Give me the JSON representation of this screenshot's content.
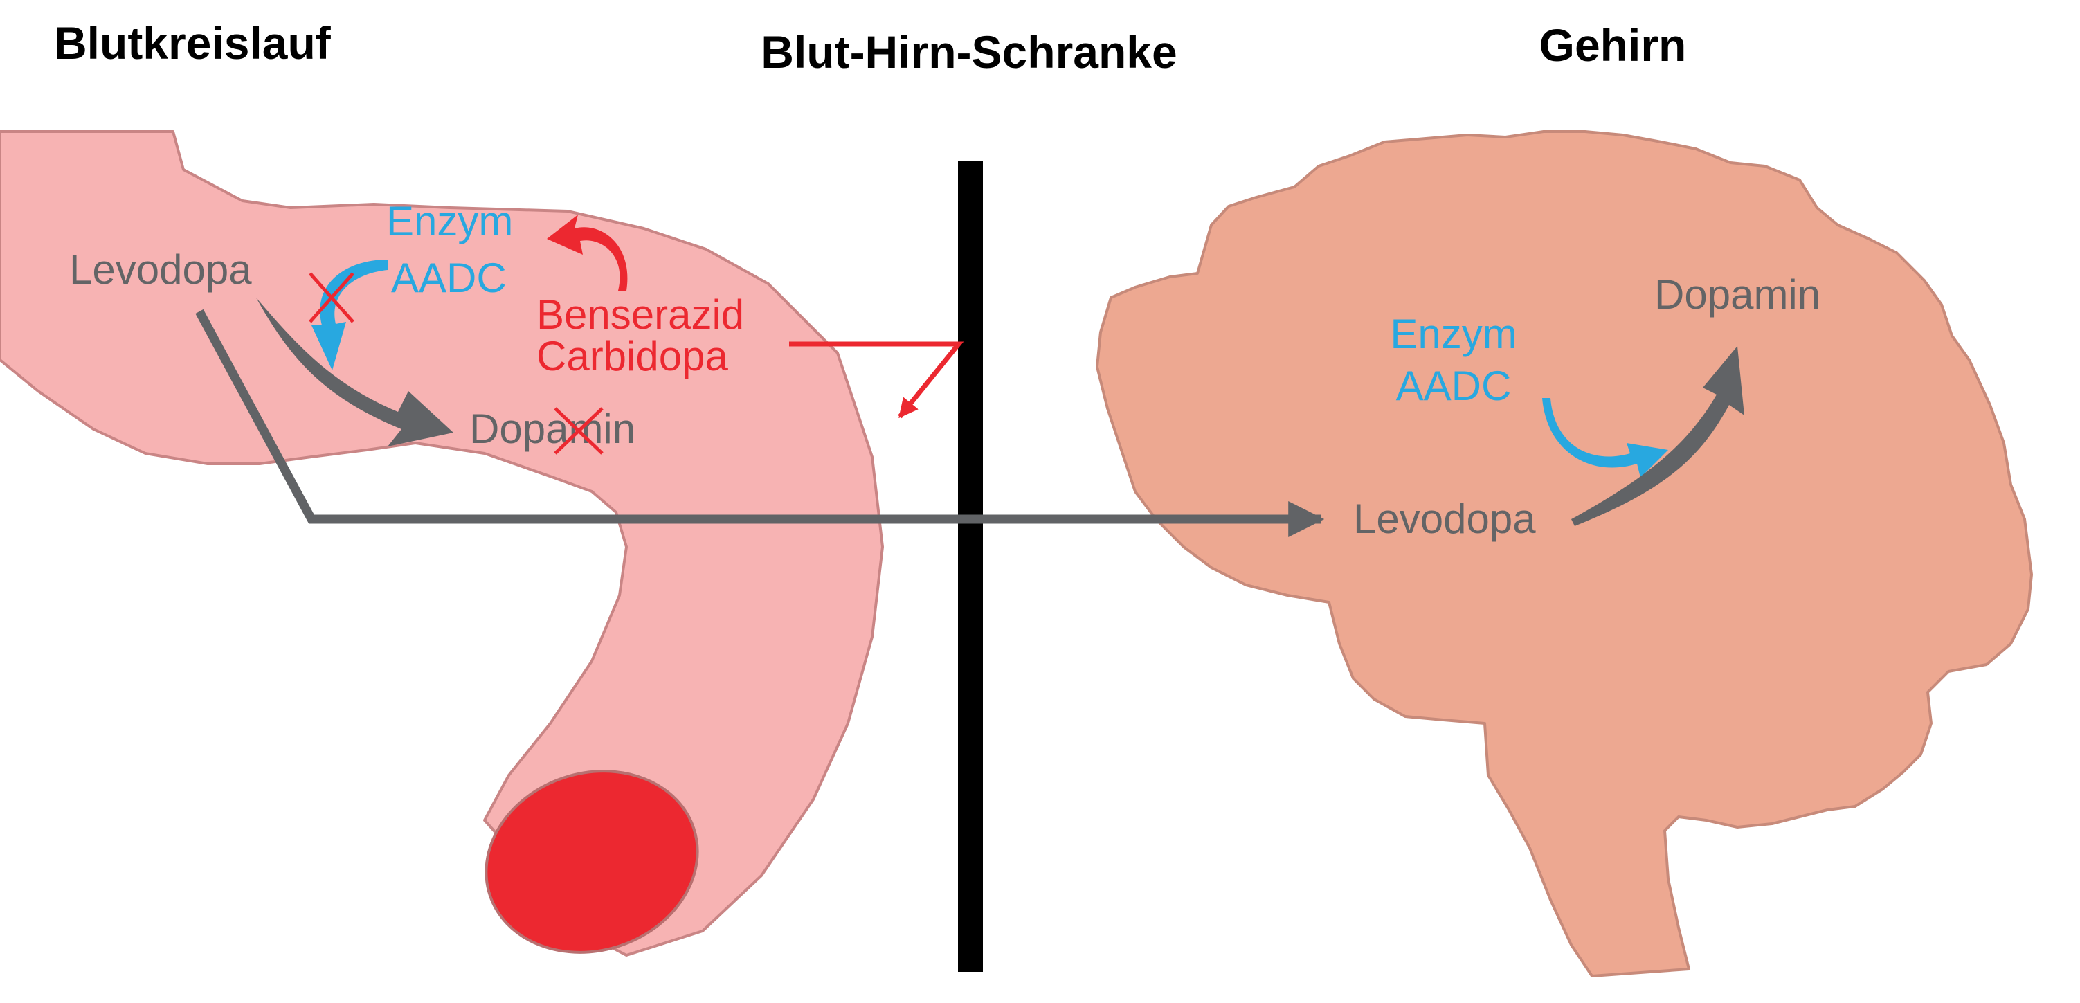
{
  "headings": {
    "blood": "Blutkreislauf",
    "barrier": "Blut-Hirn-Schranke",
    "brain": "Gehirn"
  },
  "blood_side": {
    "levodopa": "Levodopa",
    "enzyme_line1": "Enzym",
    "enzyme_line2": "AADC",
    "inhibitor_line1": "Benserazid",
    "inhibitor_line2": "Carbidopa",
    "dopamine": "Dopamin"
  },
  "brain_side": {
    "enzyme_line1": "Enzym",
    "enzyme_line2": "AADC",
    "dopamine": "Dopamin",
    "levodopa": "Levodopa"
  },
  "colors": {
    "vessel": "#f7b3b3",
    "vessel_outline": "#c98585",
    "vessel_lumen": "#ec2830",
    "brain": "#eda891",
    "brain_outline": "#c78a7a",
    "barrier": "#000000",
    "gray_text": "#636466",
    "gray_arrow": "#616366",
    "enzyme_blue": "#28a8e0",
    "inhibitor_red": "#ec2830"
  }
}
